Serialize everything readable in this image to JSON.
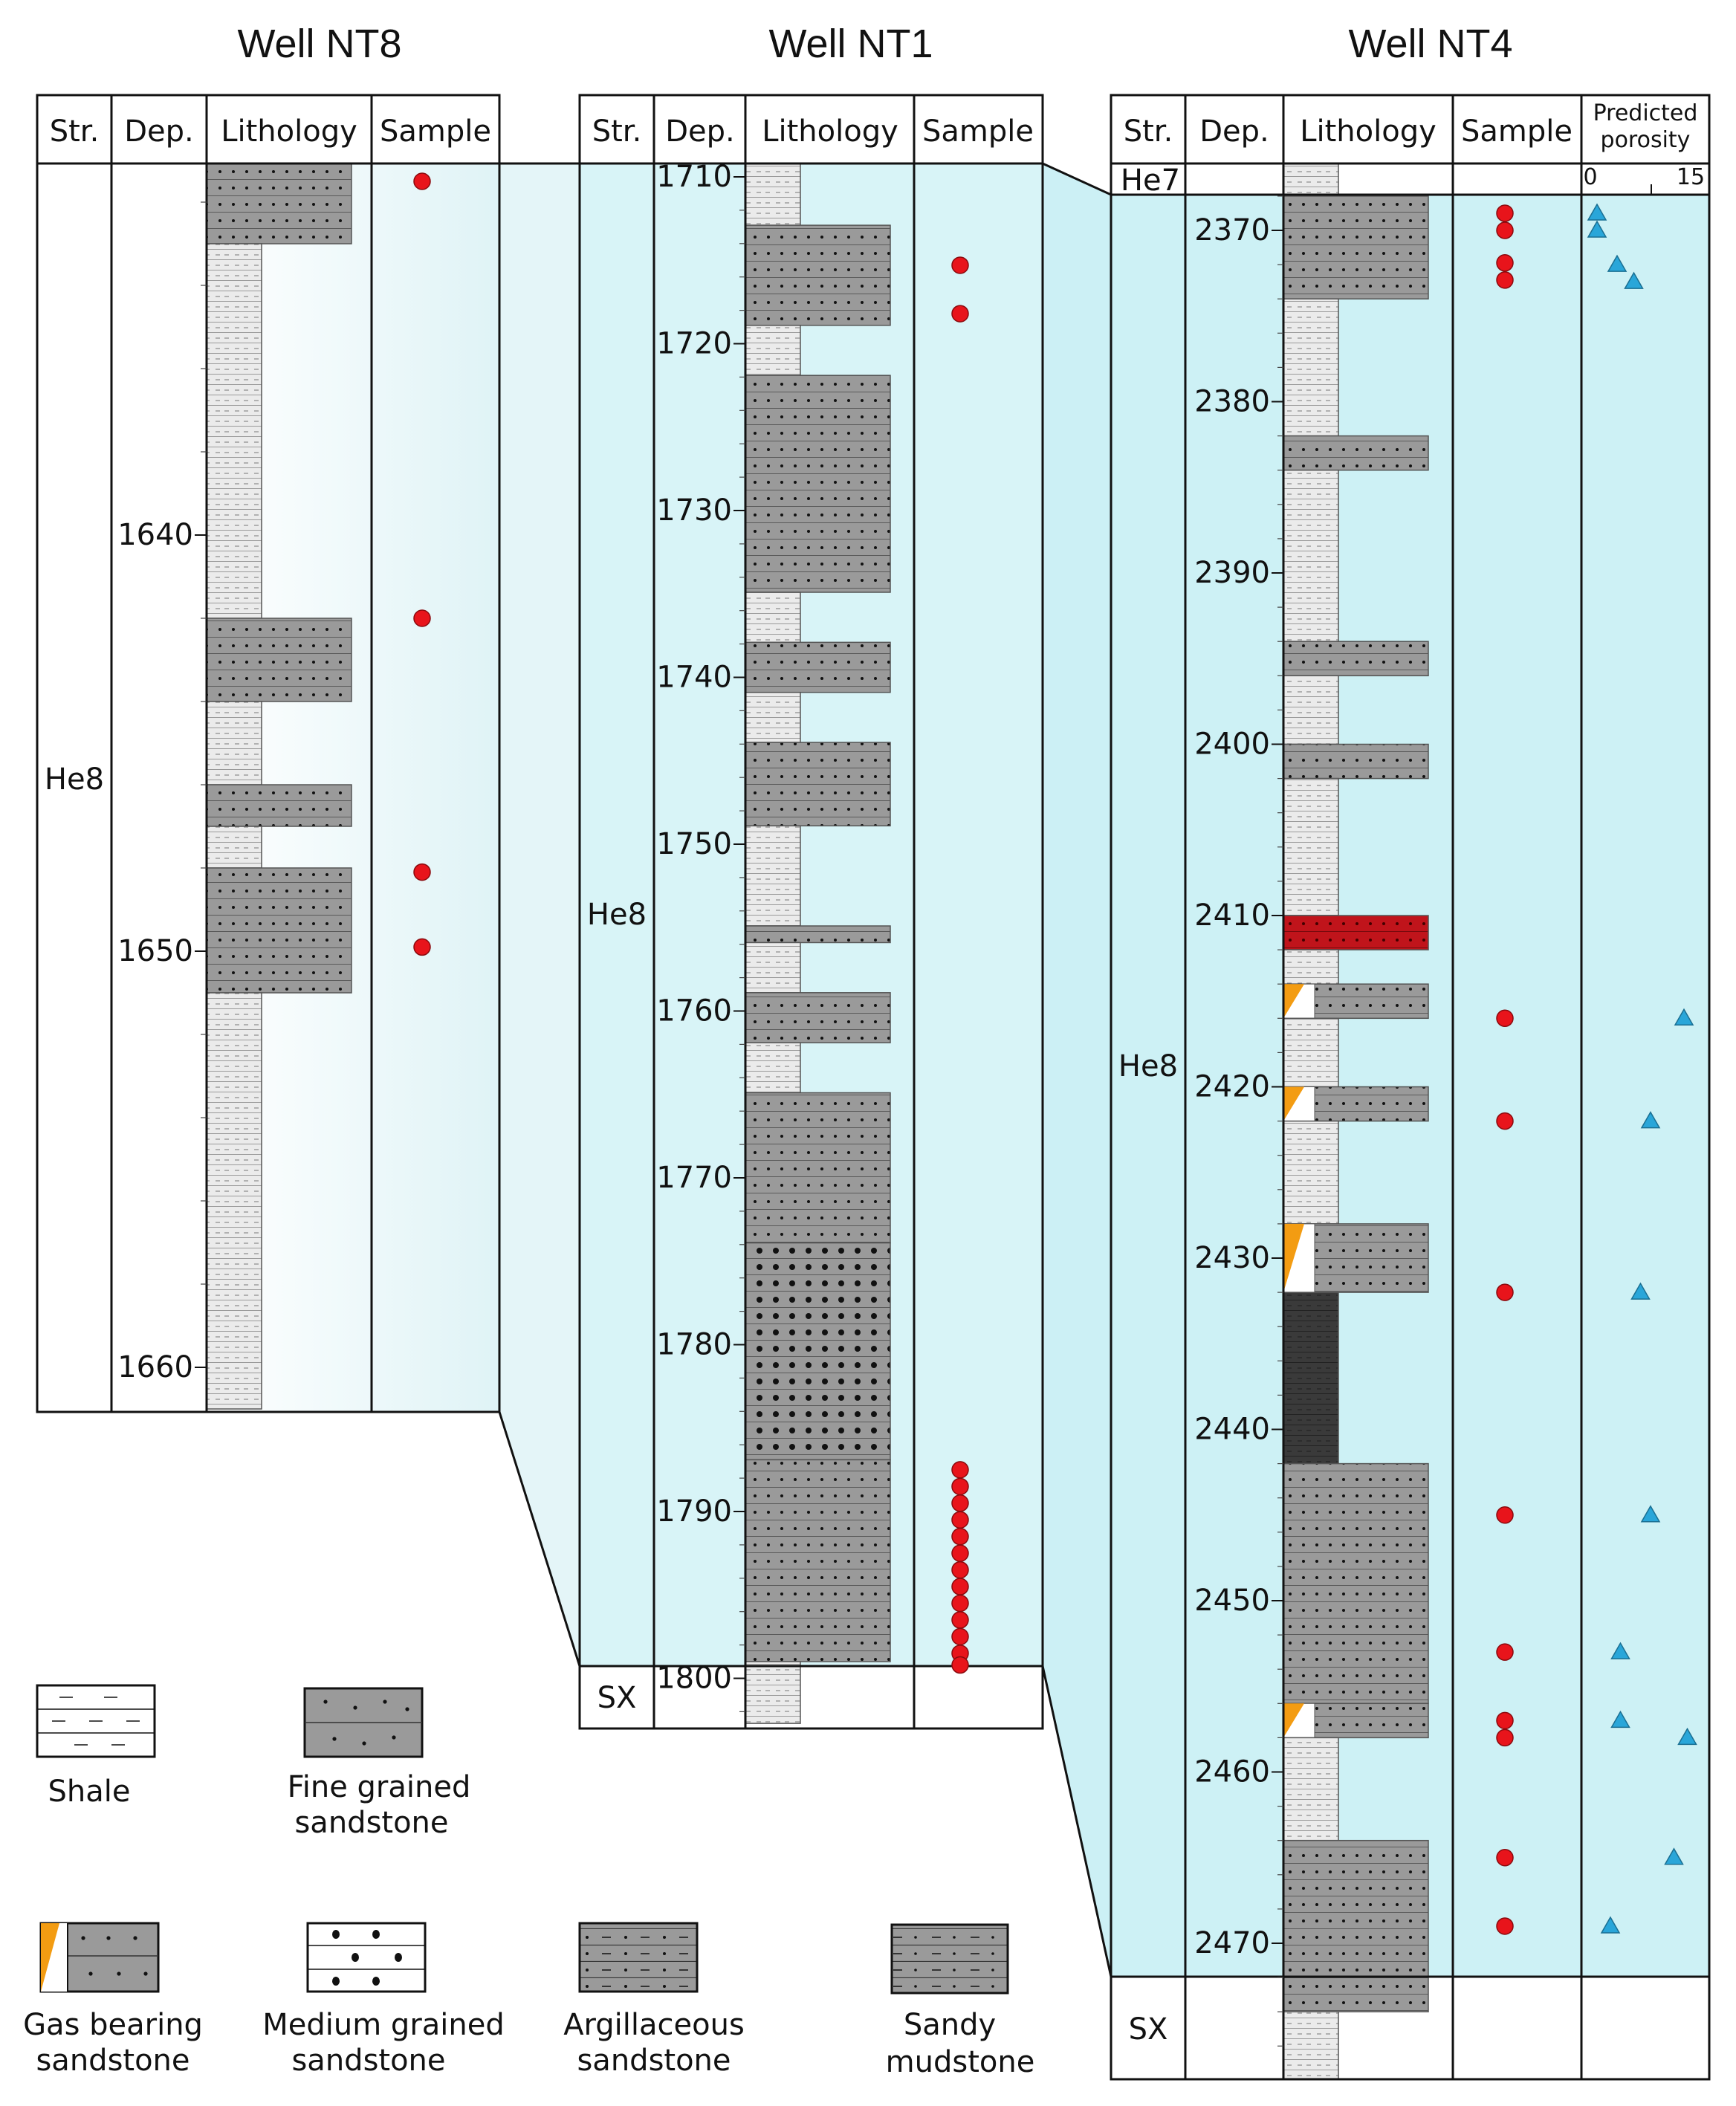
{
  "titles": {
    "nt8": "Well NT8",
    "nt1": "Well NT1",
    "nt4": "Well NT4"
  },
  "headers": {
    "str": "Str.",
    "dep": "Dep.",
    "lithology": "Lithology",
    "sample": "Sample",
    "predicted_1": "Predicted",
    "predicted_2": "porosity",
    "porosity_min": "0",
    "porosity_max": "15"
  },
  "colors": {
    "shale_bg": "#ebebeb",
    "sand_gray": "#9a9a9a",
    "shale_col": "#b4b4b4",
    "gas_orange": "#f39c12",
    "red_band": "#c0141b",
    "dark_mud": "#3a3a3a",
    "correlation_fill": "#d7f3f7",
    "sample_red": "#e8141b",
    "porosity_blue": "#29a6d9"
  },
  "strata": {
    "he7": "He7",
    "he8": "He8",
    "sx": "SX"
  },
  "nt8": {
    "depth_ticks": [
      "1640",
      "1650",
      "1660"
    ],
    "samples": [
      1631.5,
      1642,
      1648.1,
      1649.9
    ],
    "beds": [
      {
        "type": "fine",
        "from": 1630,
        "to": 1633
      },
      {
        "type": "shale",
        "from": 1633,
        "to": 1642
      },
      {
        "type": "fine",
        "from": 1642,
        "to": 1644
      },
      {
        "type": "shale",
        "from": 1644,
        "to": 1646
      },
      {
        "type": "fine",
        "from": 1646,
        "to": 1647
      },
      {
        "type": "shale",
        "from": 1647,
        "to": 1648
      },
      {
        "type": "fine",
        "from": 1648,
        "to": 1651
      },
      {
        "type": "shale",
        "from": 1651,
        "to": 1661
      }
    ]
  },
  "nt1": {
    "depth_ticks": [
      "1710",
      "1720",
      "1730",
      "1740",
      "1750",
      "1760",
      "1770",
      "1780",
      "1790",
      "1800"
    ],
    "samples": [
      1715.3,
      1718.2,
      1787.5,
      1788.5,
      1789.5,
      1790.5,
      1791.5,
      1792.5,
      1793.5,
      1794.5,
      1795.5,
      1796.5,
      1797.5,
      1798.5,
      1799.2
    ],
    "beds": [
      {
        "type": "shale",
        "from": 1709.1,
        "to": 1712.9
      },
      {
        "type": "fine",
        "from": 1712.9,
        "to": 1718.9
      },
      {
        "type": "shale",
        "from": 1718.9,
        "to": 1721.9
      },
      {
        "type": "fine",
        "from": 1721.9,
        "to": 1734.9
      },
      {
        "type": "shale",
        "from": 1734.9,
        "to": 1737.9
      },
      {
        "type": "fine",
        "from": 1737.9,
        "to": 1740.9
      },
      {
        "type": "shale",
        "from": 1740.9,
        "to": 1743.9
      },
      {
        "type": "fine",
        "from": 1743.9,
        "to": 1748.9
      },
      {
        "type": "shale",
        "from": 1748.9,
        "to": 1754.9
      },
      {
        "type": "fine",
        "from": 1754.9,
        "to": 1755.9
      },
      {
        "type": "shale",
        "from": 1755.9,
        "to": 1758.9
      },
      {
        "type": "fine",
        "from": 1758.9,
        "to": 1761.9
      },
      {
        "type": "shale",
        "from": 1761.9,
        "to": 1764.9
      },
      {
        "type": "fine",
        "from": 1764.9,
        "to": 1773.9
      },
      {
        "type": "medium",
        "from": 1773.9,
        "to": 1786.9
      },
      {
        "type": "fine",
        "from": 1786.9,
        "to": 1799
      },
      {
        "type": "shale",
        "from": 1799,
        "to": 1802.7
      }
    ]
  },
  "nt4": {
    "depth_ticks": [
      "2370",
      "2380",
      "2390",
      "2400",
      "2410",
      "2420",
      "2430",
      "2440",
      "2450",
      "2460",
      "2470"
    ],
    "samples": [
      2369,
      2370,
      2371.9,
      2372.9,
      2416,
      2422,
      2432,
      2445,
      2453,
      2457,
      2458,
      2465,
      2469
    ],
    "porosity": [
      {
        "depth": 2369,
        "value": 1
      },
      {
        "depth": 2370,
        "value": 1
      },
      {
        "depth": 2372,
        "value": 4
      },
      {
        "depth": 2373,
        "value": 6.5
      },
      {
        "depth": 2416,
        "value": 14
      },
      {
        "depth": 2422,
        "value": 9
      },
      {
        "depth": 2432,
        "value": 7.5
      },
      {
        "depth": 2445,
        "value": 9
      },
      {
        "depth": 2453,
        "value": 4.5
      },
      {
        "depth": 2457,
        "value": 4.5
      },
      {
        "depth": 2458,
        "value": 14.5
      },
      {
        "depth": 2465,
        "value": 12.5
      },
      {
        "depth": 2469,
        "value": 3
      }
    ],
    "beds": [
      {
        "type": "shale",
        "from": 2366,
        "to": 2368
      },
      {
        "type": "fine",
        "from": 2368,
        "to": 2374
      },
      {
        "type": "shale",
        "from": 2374,
        "to": 2382
      },
      {
        "type": "fine",
        "from": 2382,
        "to": 2384
      },
      {
        "type": "shale",
        "from": 2384,
        "to": 2394
      },
      {
        "type": "fine",
        "from": 2394,
        "to": 2396
      },
      {
        "type": "shale",
        "from": 2396,
        "to": 2400
      },
      {
        "type": "fine",
        "from": 2400,
        "to": 2402
      },
      {
        "type": "shale",
        "from": 2402,
        "to": 2410
      },
      {
        "type": "red",
        "from": 2410,
        "to": 2412
      },
      {
        "type": "shale",
        "from": 2412,
        "to": 2414
      },
      {
        "type": "gas",
        "from": 2414,
        "to": 2416
      },
      {
        "type": "shale",
        "from": 2416,
        "to": 2420
      },
      {
        "type": "gas",
        "from": 2420,
        "to": 2422
      },
      {
        "type": "shale",
        "from": 2422,
        "to": 2428
      },
      {
        "type": "gas",
        "from": 2428,
        "to": 2432
      },
      {
        "type": "dark",
        "from": 2432,
        "to": 2442
      },
      {
        "type": "fine",
        "from": 2442,
        "to": 2456
      },
      {
        "type": "gas",
        "from": 2456,
        "to": 2458
      },
      {
        "type": "shale",
        "from": 2458,
        "to": 2464
      },
      {
        "type": "fine",
        "from": 2464,
        "to": 2474
      },
      {
        "type": "shale",
        "from": 2474,
        "to": 2480
      },
      {
        "type": "fine",
        "from": 2480,
        "to": 2482
      }
    ]
  },
  "legend": {
    "shale": "Shale",
    "fine_1": "Fine grained",
    "fine_2": "sandstone",
    "gas_1": "Gas  bearing",
    "gas_2": "sandstone",
    "medium_1": "Medium grained",
    "medium_2": "sandstone",
    "argillaceous_1": "Argillaceous",
    "argillaceous_2": "sandstone",
    "sandy_1": "Sandy",
    "sandy_2": "mudstone"
  }
}
